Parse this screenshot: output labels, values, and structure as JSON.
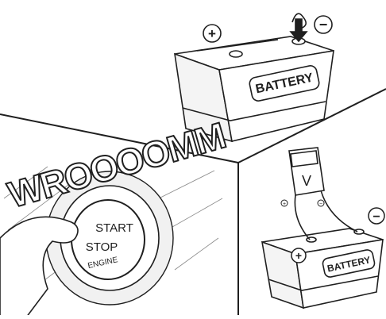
{
  "panel_top": {
    "battery_label": "BATTERY",
    "positive_symbol": "+",
    "negative_symbol": "−"
  },
  "panel_left": {
    "sound_text": "WROOOOMM",
    "button_line1": "START",
    "button_line2": "STOP",
    "button_line3": "ENGINE"
  },
  "panel_right": {
    "meter_unit": "V",
    "positive_symbol": "+",
    "negative_symbol": "−",
    "battery_label": "BATTERY"
  },
  "colors": {
    "ink": "#1f1f1f",
    "paper": "#ffffff",
    "shade": "#d9d9d9"
  }
}
